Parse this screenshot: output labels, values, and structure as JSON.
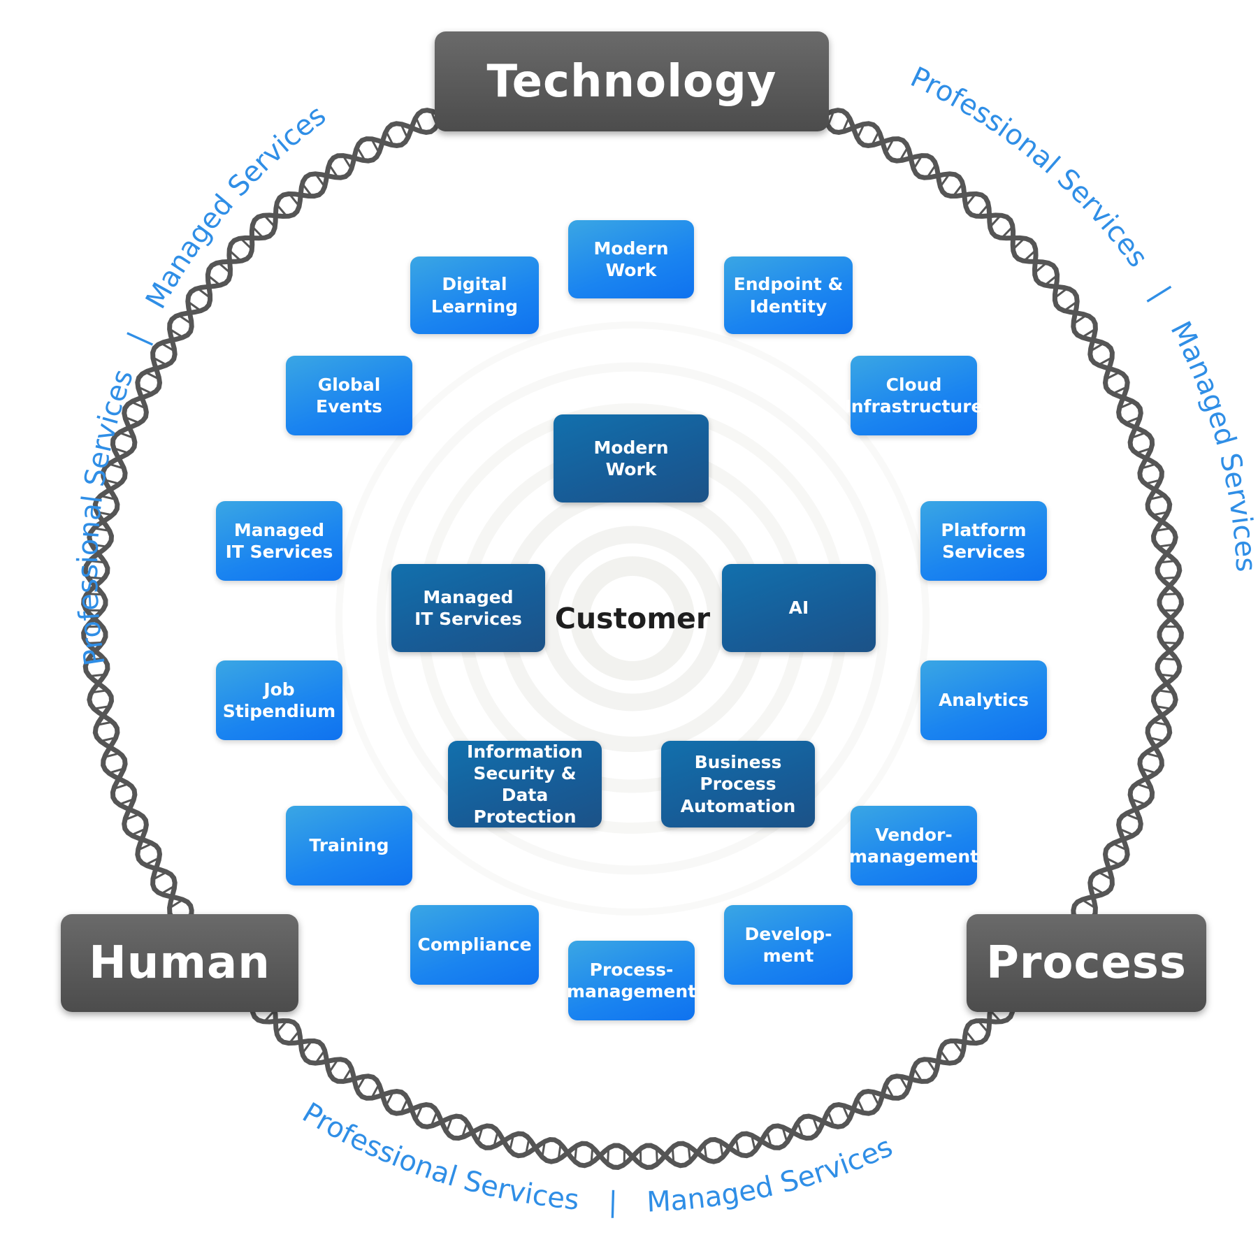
{
  "pillars": {
    "top": "Technology",
    "left": "Human",
    "right": "Process"
  },
  "center": "Customer",
  "inner_boxes": {
    "modern_work": "Modern\nWork",
    "managed_it": "Managed\nIT Services",
    "ai": "AI",
    "infosec": "Information\nSecurity & Data\nProtection",
    "bpa": "Business\nProcess\nAutomation"
  },
  "outer_boxes": {
    "modern_work": "Modern\nWork",
    "digital_learning": "Digital\nLearning",
    "endpoint": "Endpoint &\nIdentity",
    "global_events": "Global\nEvents",
    "cloud": "Cloud\nInfrastructure",
    "managed_it": "Managed\nIT Services",
    "platform": "Platform\nServices",
    "job": "Job\nStipendium",
    "analytics": "Analytics",
    "training": "Training",
    "vendor": "Vendor-\nmanagement",
    "compliance": "Compliance",
    "process_mgmt": "Process-\nmanagement",
    "development": "Develop-\nment"
  },
  "ring_labels": {
    "top_left_a": "Professional Services",
    "top_left_sep": "|",
    "top_left_b": "Managed Services",
    "right_a": "Professional Services",
    "right_sep": "|",
    "right_b": "Managed Services",
    "bottom_a": "Professional Services",
    "bottom_sep": "|",
    "bottom_b": "Managed Services"
  },
  "colors": {
    "label_blue": "#2f8ee6",
    "outer_box": "#1a84f0",
    "inner_box": "#175c97",
    "pillar": "#555555",
    "helix": "#555555"
  }
}
